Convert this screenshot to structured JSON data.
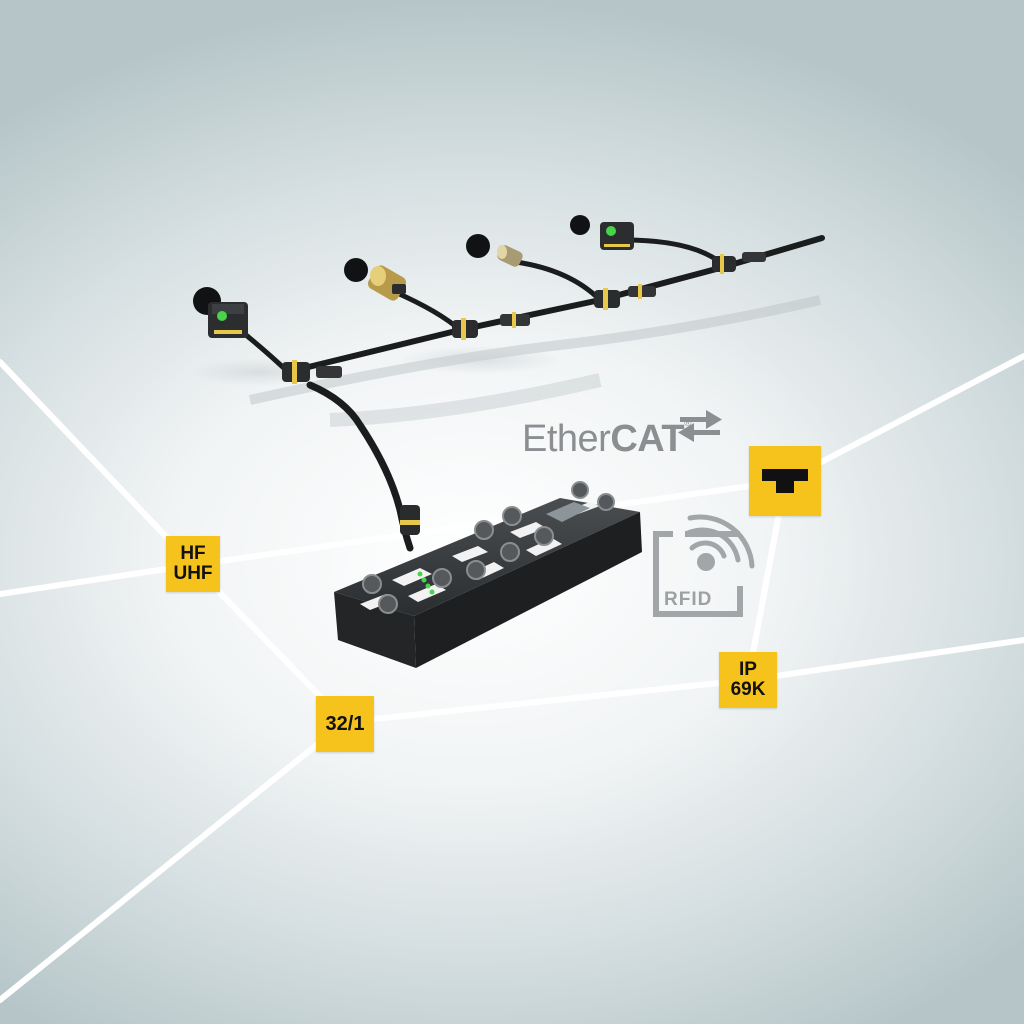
{
  "badges": {
    "hf_line1": "HF",
    "hf_line2": "UHF",
    "ratio": "32/1",
    "ip_line1": "IP",
    "ip_line2": "69K"
  },
  "ethercat": {
    "light": "Ether",
    "bold": "CAT",
    "mark": "®"
  },
  "rfid": {
    "label": "RFID"
  },
  "colors": {
    "badge_yellow": "#f6c21c",
    "module_body": "#2e3133",
    "led_green": "#48d34a",
    "sensor_yellow": "#e8c84a",
    "cable": "#1b1c1d"
  },
  "icons": [
    "tee-logo-icon",
    "rfid-icon",
    "ethercat-arrows-icon"
  ]
}
